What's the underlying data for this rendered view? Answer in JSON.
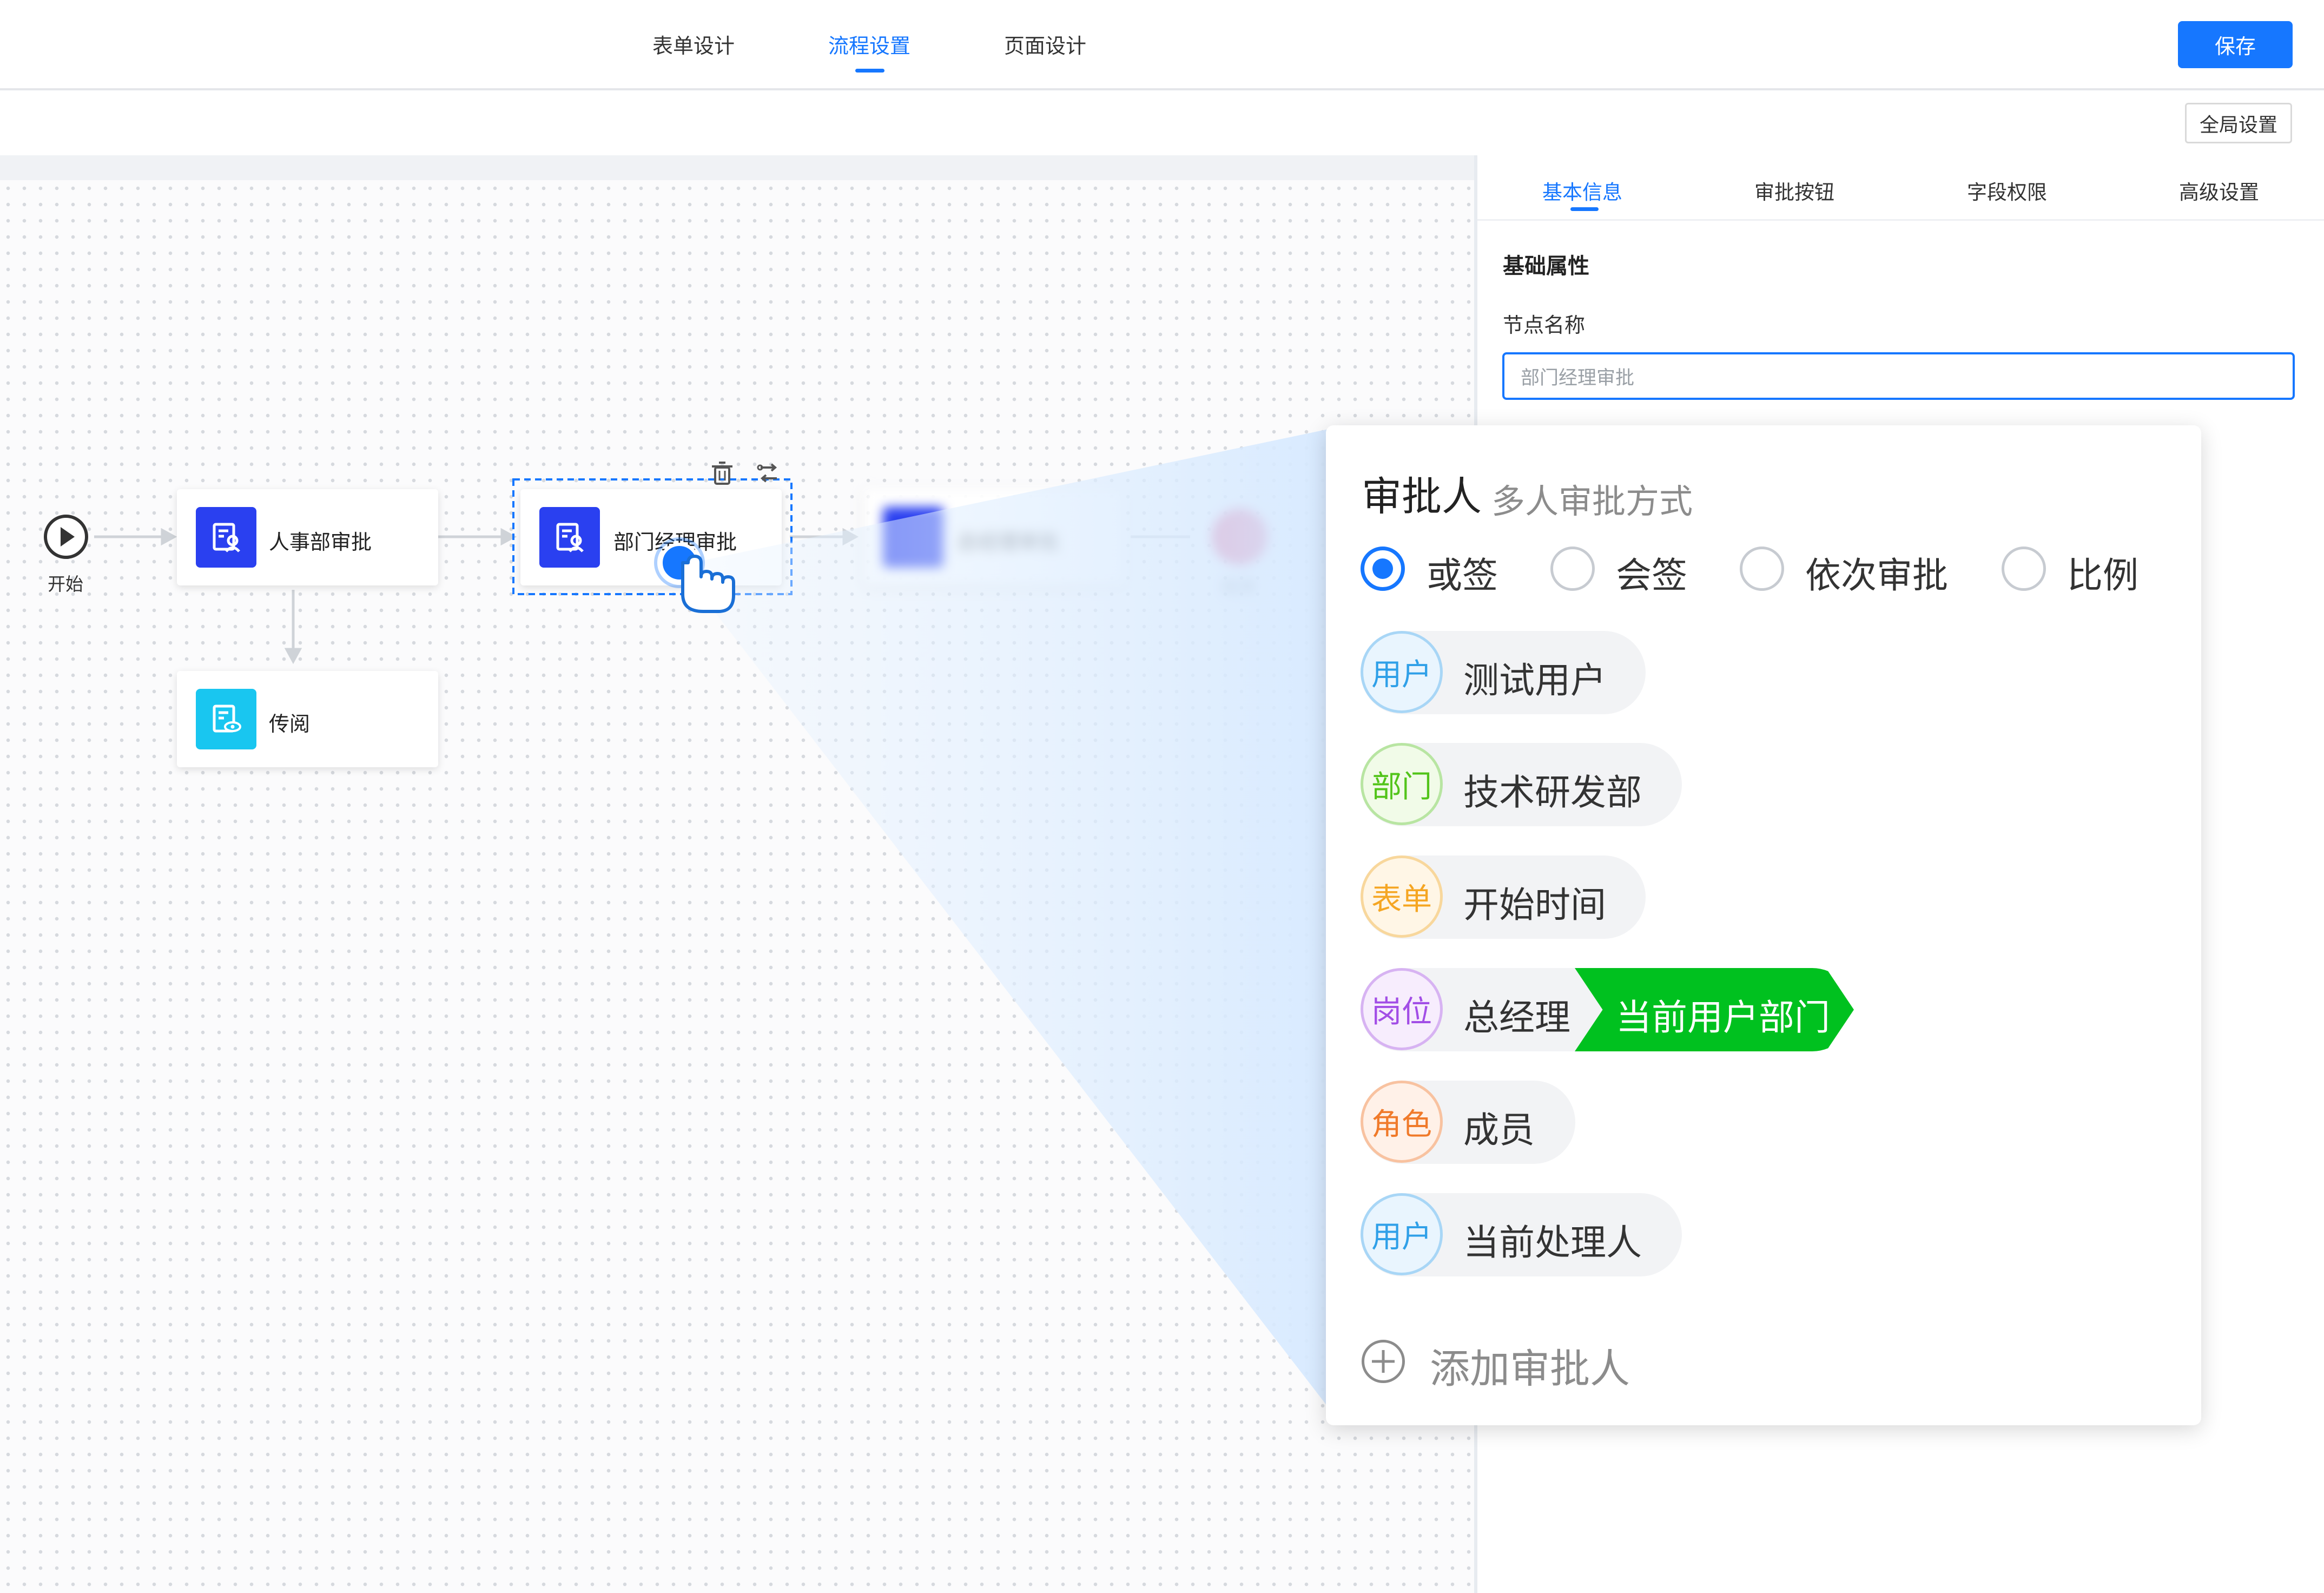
{
  "header": {
    "tabs": [
      {
        "label": "表单设计",
        "active": false
      },
      {
        "label": "流程设置",
        "active": true
      },
      {
        "label": "页面设计",
        "active": false
      }
    ],
    "save_label": "保存",
    "global_settings_label": "全局设置"
  },
  "canvas": {
    "start_label": "开始",
    "nodes": [
      {
        "label": "人事部审批",
        "icon": "approval-icon",
        "color": "#2a40f0"
      },
      {
        "label": "部门经理审批",
        "icon": "approval-icon",
        "color": "#2a40f0",
        "selected": true
      },
      {
        "label": "总经理审批",
        "icon": "approval-icon",
        "color": "#2a40f0",
        "blurred": true
      },
      {
        "label": "传阅",
        "icon": "cc-icon",
        "color": "#19c6f0"
      }
    ],
    "end_label": "结束",
    "end_color": "#e8336f"
  },
  "right_panel": {
    "tabs": [
      {
        "label": "基本信息",
        "active": true
      },
      {
        "label": "审批按钮",
        "active": false
      },
      {
        "label": "字段权限",
        "active": false
      },
      {
        "label": "高级设置",
        "active": false
      }
    ],
    "section_title": "基础属性",
    "node_name_label": "节点名称",
    "node_name_value": "部门经理审批"
  },
  "popover": {
    "title": "审批人",
    "subtitle": "多人审批方式",
    "modes": [
      {
        "label": "或签",
        "checked": true
      },
      {
        "label": "会签",
        "checked": false
      },
      {
        "label": "依次审批",
        "checked": false
      },
      {
        "label": "比例",
        "checked": false
      }
    ],
    "approvers": [
      {
        "type": "用户",
        "name": "测试用户",
        "color": "#2fa0e8"
      },
      {
        "type": "部门",
        "name": "技术研发部",
        "color": "#52c41a"
      },
      {
        "type": "表单",
        "name": "开始时间",
        "color": "#f5a623"
      },
      {
        "type": "岗位",
        "name": "总经理",
        "color": "#a24ee6",
        "extra": "当前用户部门"
      },
      {
        "type": "角色",
        "name": "成员",
        "color": "#f07a2a"
      },
      {
        "type": "用户",
        "name": "当前处理人",
        "color": "#2fa0e8"
      }
    ],
    "add_label": "添加审批人"
  },
  "colors": {
    "accent": "#1677ff",
    "dept_tag": "#00c11f"
  }
}
